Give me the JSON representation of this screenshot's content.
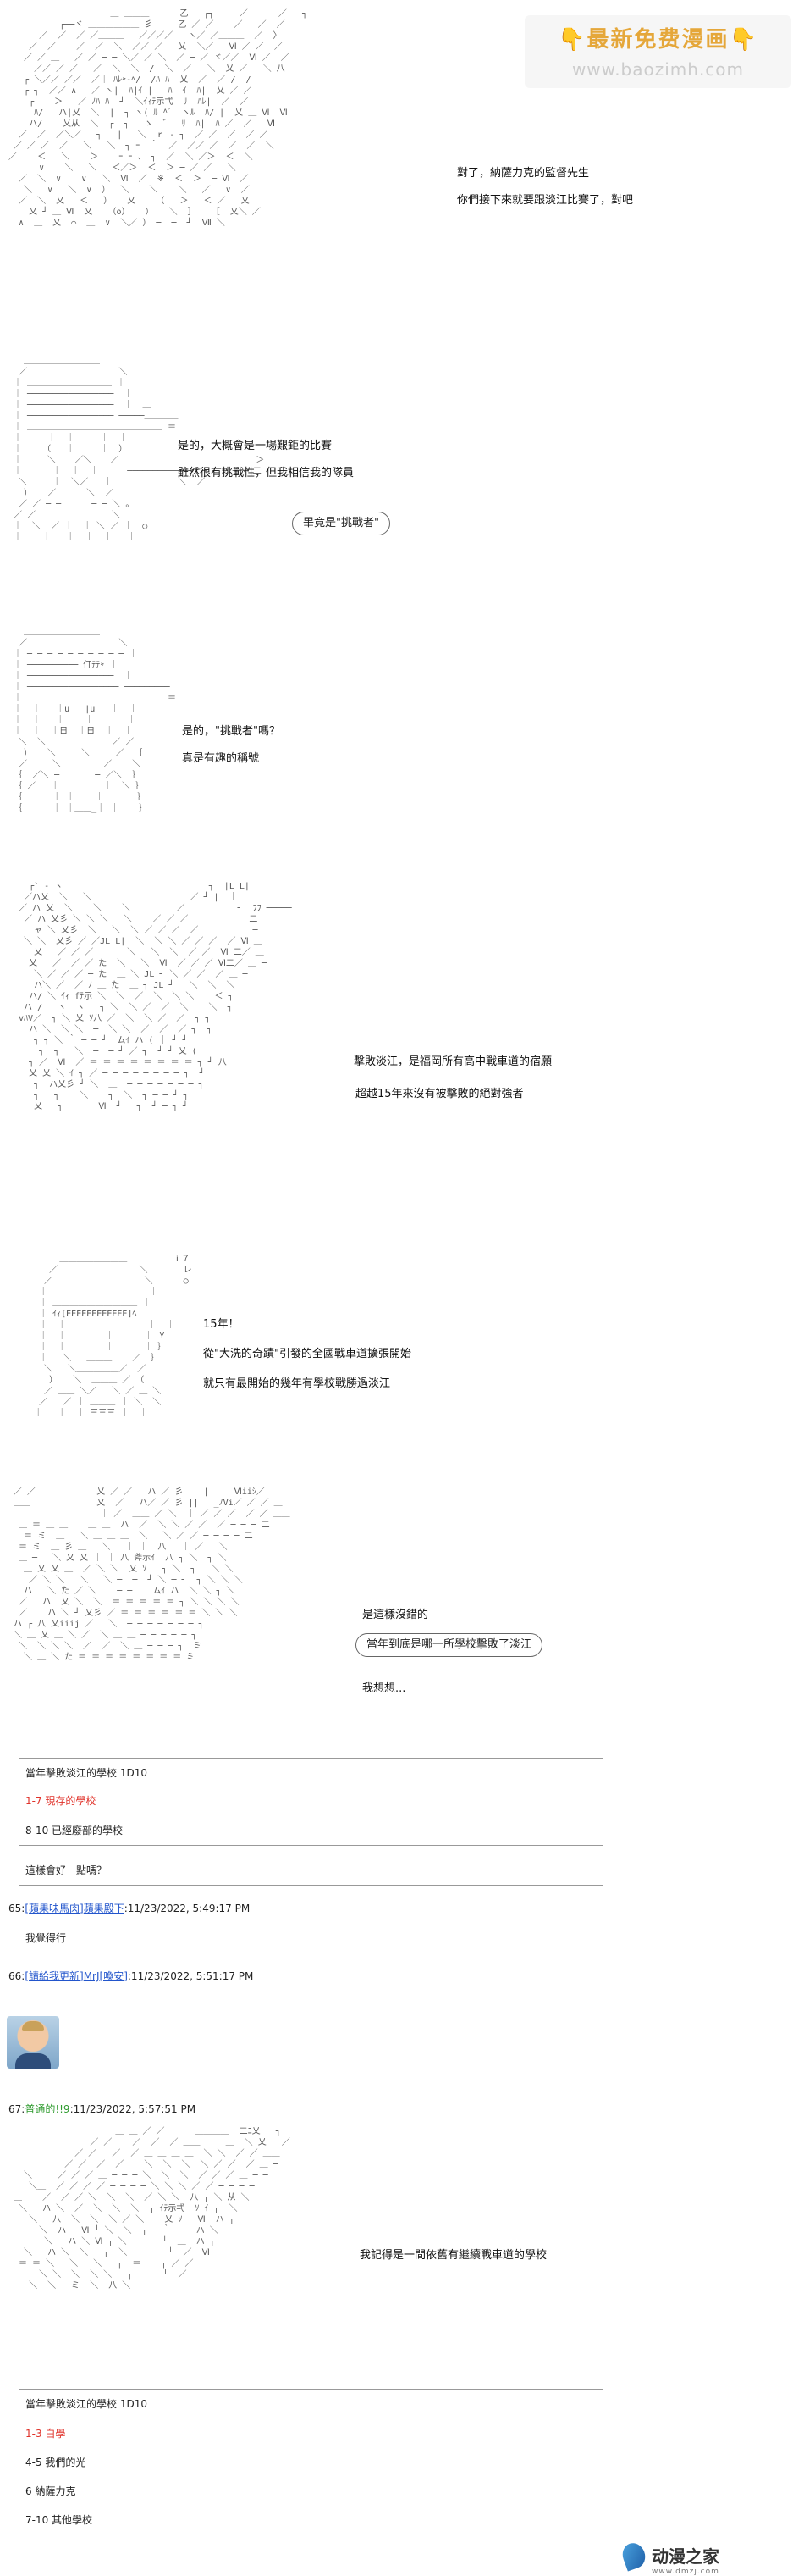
{
  "watermark": {
    "title": "👇最新免费漫画👇",
    "url": "www.baozimh.com"
  },
  "panel1": {
    "lines": [
      "對了，納薩力克的監督先生",
      "你們接下來就要跟淡江比賽了，對吧"
    ]
  },
  "panel2": {
    "lines": [
      "是的，大概會是一場艱鉅的比賽",
      "雖然很有挑戰性，但我相信我的隊員"
    ],
    "bubble": "畢竟是\"挑戰者\""
  },
  "panel3": {
    "lines": [
      "是的，\"挑戰者\"嗎？",
      "真是有趣的稱號"
    ]
  },
  "panel4": {
    "lines": [
      "擊敗淡江，是福岡所有高中戰車道的宿願",
      "超越15年來沒有被擊敗的絕對強者"
    ]
  },
  "panel5": {
    "exclaim": "15年！",
    "lines": [
      "從\"大洗的奇蹟\"引發的全國戰車道擴張開始",
      "就只有最開始的幾年有學校戰勝過淡江"
    ]
  },
  "panel6": {
    "lines": [
      "是這樣沒錯的",
      "我想想..."
    ],
    "bubble": "當年到底是哪一所學校擊敗了淡江"
  },
  "roll1": {
    "title": "當年擊敗淡江的學校 1D10",
    "opt1": "1-7 現存的學校",
    "opt2": "8-10 已經廢部的學校"
  },
  "chat": {
    "question": "這樣會好一點嗎？",
    "c65_num": "65:",
    "c65_name": "[蘋果味馬肉]",
    "c65_name2": "蘋果殿下",
    "c65_time": ":11/23/2022, 5:49:17 PM",
    "c65_text": "我覺得行",
    "c66_num": "66:",
    "c66_name": "[請給我更新]",
    "c66_name2": "MrJ",
    "c66_name3": "[喚安]",
    "c66_time": ":11/23/2022, 5:51:17 PM",
    "c67_num": "67:",
    "c67_name": "普通的!!9",
    "c67_time": ":11/23/2022, 5:57:51 PM"
  },
  "panel7": {
    "lines": [
      "我記得是一間依舊有繼續戰車道的學校"
    ]
  },
  "roll2": {
    "title": "當年擊敗淡江的學校 1D10",
    "opt1": "1-3 白學",
    "opt2": "4-5 我們的光",
    "opt3": "6 納薩力克",
    "opt4": "7-10 其他學校"
  },
  "logo": {
    "name": "动漫之家",
    "url": "www.dmzj.com"
  }
}
